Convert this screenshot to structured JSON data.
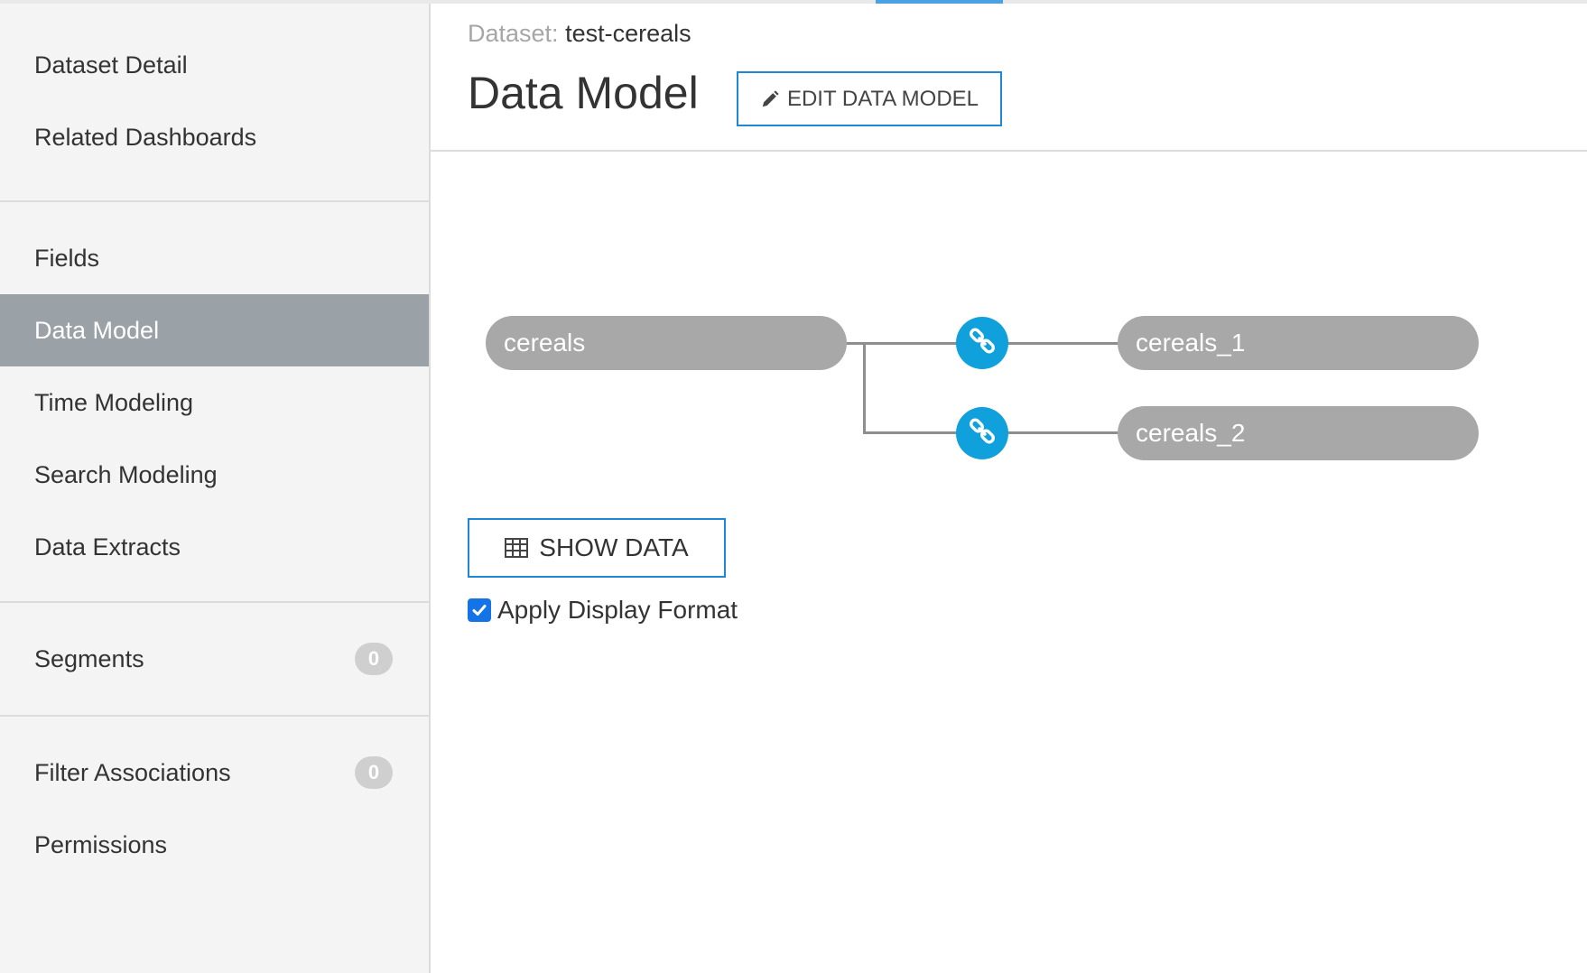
{
  "sidebar": {
    "groups": [
      {
        "items": [
          {
            "label": "Dataset Detail"
          },
          {
            "label": "Related Dashboards"
          }
        ]
      },
      {
        "items": [
          {
            "label": "Fields"
          },
          {
            "label": "Data Model",
            "active": true
          },
          {
            "label": "Time Modeling"
          },
          {
            "label": "Search Modeling"
          },
          {
            "label": "Data Extracts"
          }
        ]
      },
      {
        "items": [
          {
            "label": "Segments",
            "badge": "0"
          }
        ]
      },
      {
        "items": [
          {
            "label": "Filter Associations",
            "badge": "0"
          },
          {
            "label": "Permissions"
          }
        ]
      }
    ]
  },
  "header": {
    "breadcrumb_label": "Dataset:",
    "breadcrumb_value": "test-cereals",
    "title": "Data Model",
    "edit_button_label": "EDIT DATA MODEL"
  },
  "diagram": {
    "main_table": "cereals",
    "joined_tables": [
      {
        "label": "cereals_1"
      },
      {
        "label": "cereals_2"
      }
    ],
    "join_icon": "link-icon",
    "colors": {
      "table_pill": "#a8a8a8",
      "join_button": "#10a0dc",
      "connector": "#8e8e8e"
    }
  },
  "actions": {
    "show_data_label": "SHOW DATA",
    "apply_display_format_label": "Apply Display Format",
    "apply_display_format_checked": true
  },
  "colors": {
    "accent": "#1f88d6",
    "active_nav_bg": "#9aa1a7",
    "checkbox": "#1473e6"
  }
}
